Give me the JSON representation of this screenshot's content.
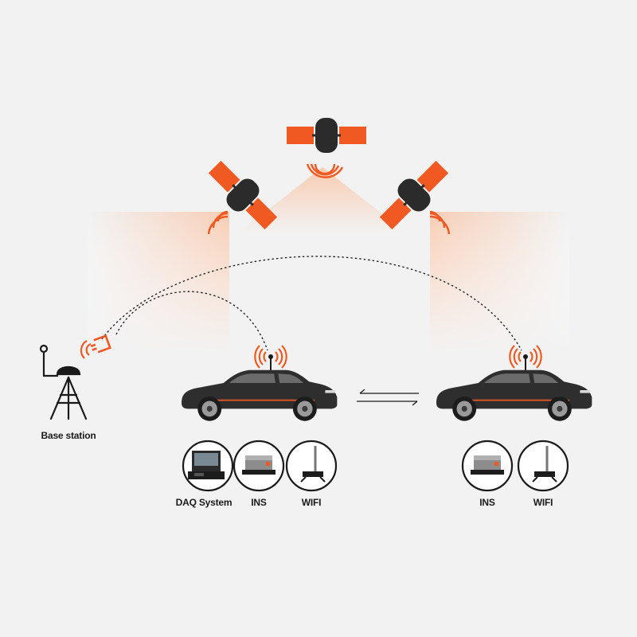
{
  "labels": {
    "base_station": "Base station",
    "daq_system": "DAQ System",
    "ins_left": "INS",
    "wifi_left": "WIFI",
    "ins_right": "INS",
    "wifi_right": "WIFI"
  },
  "colors": {
    "accent": "#f05a22",
    "satellite_body": "#2b2b2b",
    "car_body": "#2e2e2e",
    "background": "#f2f2f2",
    "line": "#1a1a1a"
  },
  "icons": {
    "satellite": "satellite-icon",
    "base_station": "tripod-antenna-icon",
    "car": "suv-car-icon",
    "daq": "daq-system-icon",
    "ins": "ins-unit-icon",
    "wifi": "wifi-antenna-icon",
    "link": "bidirectional-arrow-icon"
  }
}
